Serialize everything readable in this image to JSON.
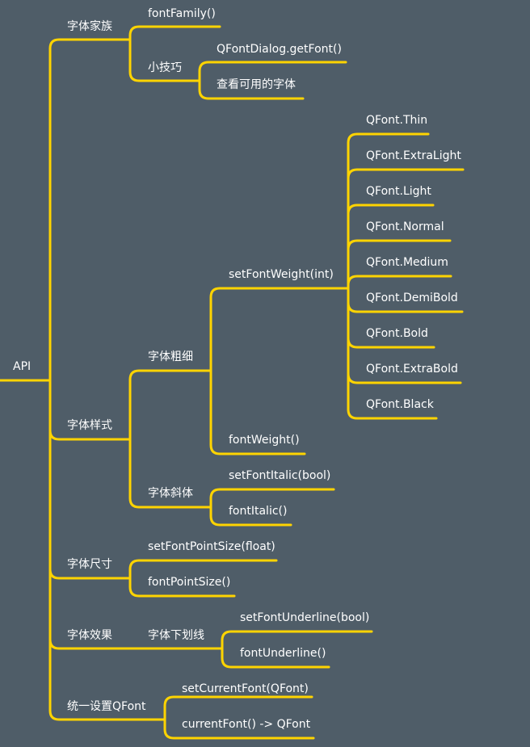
{
  "colors": {
    "background": "#4f5d68",
    "line": "#ffd400",
    "text": "#ffffff"
  },
  "root": {
    "label": "API"
  },
  "family": {
    "label": "字体家族",
    "fontFamily": "fontFamily()",
    "tips": {
      "label": "小技巧",
      "items": [
        "QFontDialog.getFont()",
        "查看可用的字体"
      ]
    }
  },
  "style": {
    "label": "字体样式",
    "weight": {
      "label": "字体粗细",
      "setter": "setFontWeight(int)",
      "constants": [
        "QFont.Thin",
        "QFont.ExtraLight",
        "QFont.Light",
        "QFont.Normal",
        "QFont.Medium",
        "QFont.DemiBold",
        "QFont.Bold",
        "QFont.ExtraBold",
        "QFont.Black"
      ],
      "getter": "fontWeight()"
    },
    "italic": {
      "label": "字体斜体",
      "setter": "setFontItalic(bool)",
      "getter": "fontItalic()"
    }
  },
  "size": {
    "label": "字体尺寸",
    "setter": "setFontPointSize(float)",
    "getter": "fontPointSize()"
  },
  "effect": {
    "label": "字体效果",
    "underline": {
      "label": "字体下划线",
      "setter": "setFontUnderline(bool)",
      "getter": "fontUnderline()"
    }
  },
  "unified": {
    "label": "统一设置QFont",
    "setter": "setCurrentFont(QFont)",
    "getter": "currentFont() -> QFont"
  }
}
